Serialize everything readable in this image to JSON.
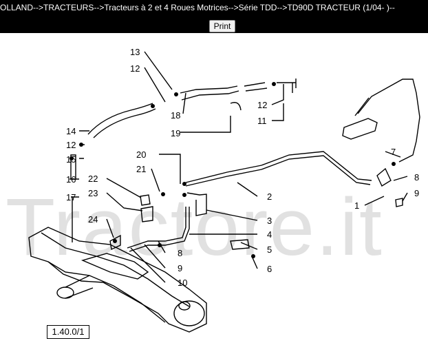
{
  "breadcrumb": "OLLAND-->TRACTEURS-->Tracteurs à 2 et 4 Roues Motrices-->Série TDD-->TD90D TRACTEUR (1/04- )--",
  "print_label": "Print",
  "watermark": "Tractore.it",
  "reference": "1.40.0/1",
  "callouts": [
    "1",
    "2",
    "3",
    "4",
    "5",
    "6",
    "7",
    "8",
    "9",
    "10",
    "11",
    "12",
    "13",
    "14",
    "15",
    "16",
    "17",
    "18",
    "19",
    "20",
    "21",
    "22",
    "23",
    "24"
  ],
  "colors": {
    "topbar": "#000000",
    "text": "#ffffff",
    "line": "#000000"
  }
}
